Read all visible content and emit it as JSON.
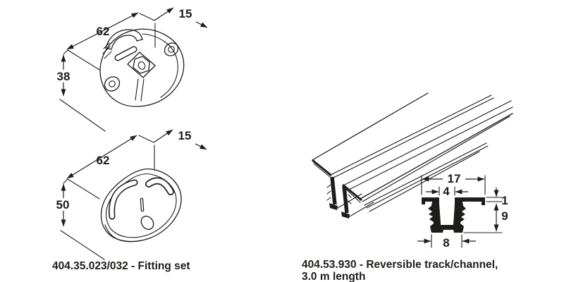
{
  "colors": {
    "background": "#ffffff",
    "ink": "#1d1d1b"
  },
  "fitting_set": {
    "caption": "404.35.023/032 - Fitting set",
    "hook_plate_view": {
      "width_mm": "62",
      "depth_mm": "15",
      "height_mm": "38"
    },
    "cover_plate_view": {
      "width_mm": "62",
      "depth_mm": "15",
      "height_mm": "50"
    }
  },
  "track": {
    "caption_line1": "404.53.930 - Reversible track/channel,",
    "caption_line2": "3.0 m length",
    "cross_section": {
      "overall_width_mm": "17",
      "slot_width_mm": "4",
      "flange_thickness_mm": "1",
      "depth_mm": "9",
      "base_width_mm": "8"
    }
  }
}
